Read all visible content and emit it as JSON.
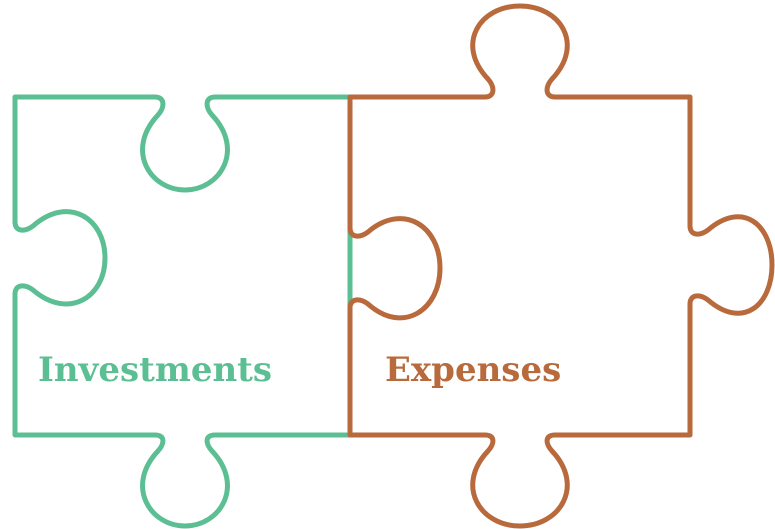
{
  "pieces": [
    {
      "id": "investments",
      "label": "Investments",
      "color": "#5cbf93"
    },
    {
      "id": "expenses",
      "label": "Expenses",
      "color": "#b86a3c"
    }
  ]
}
